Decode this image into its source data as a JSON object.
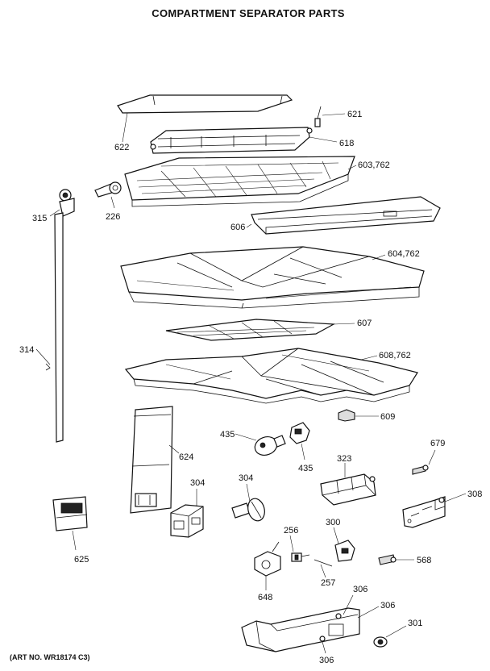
{
  "title": "COMPARTMENT SEPARATOR PARTS",
  "art_number": "(ART NO. WR18174 C3)",
  "labels": {
    "p621": "621",
    "p622": "622",
    "p618": "618",
    "p603": "603,762",
    "p315": "315",
    "p226": "226",
    "p606": "606",
    "p604": "604,762",
    "p607": "607",
    "p314": "314",
    "p608": "608,762",
    "p609": "609",
    "p624": "624",
    "p435a": "435",
    "p435b": "435",
    "p679": "679",
    "p323": "323",
    "p304a": "304",
    "p304b": "304",
    "p308": "308",
    "p625": "625",
    "p256": "256",
    "p300": "300",
    "p568": "568",
    "p257": "257",
    "p648": "648",
    "p306a": "306",
    "p306b": "306",
    "p306c": "306",
    "p301": "301"
  }
}
